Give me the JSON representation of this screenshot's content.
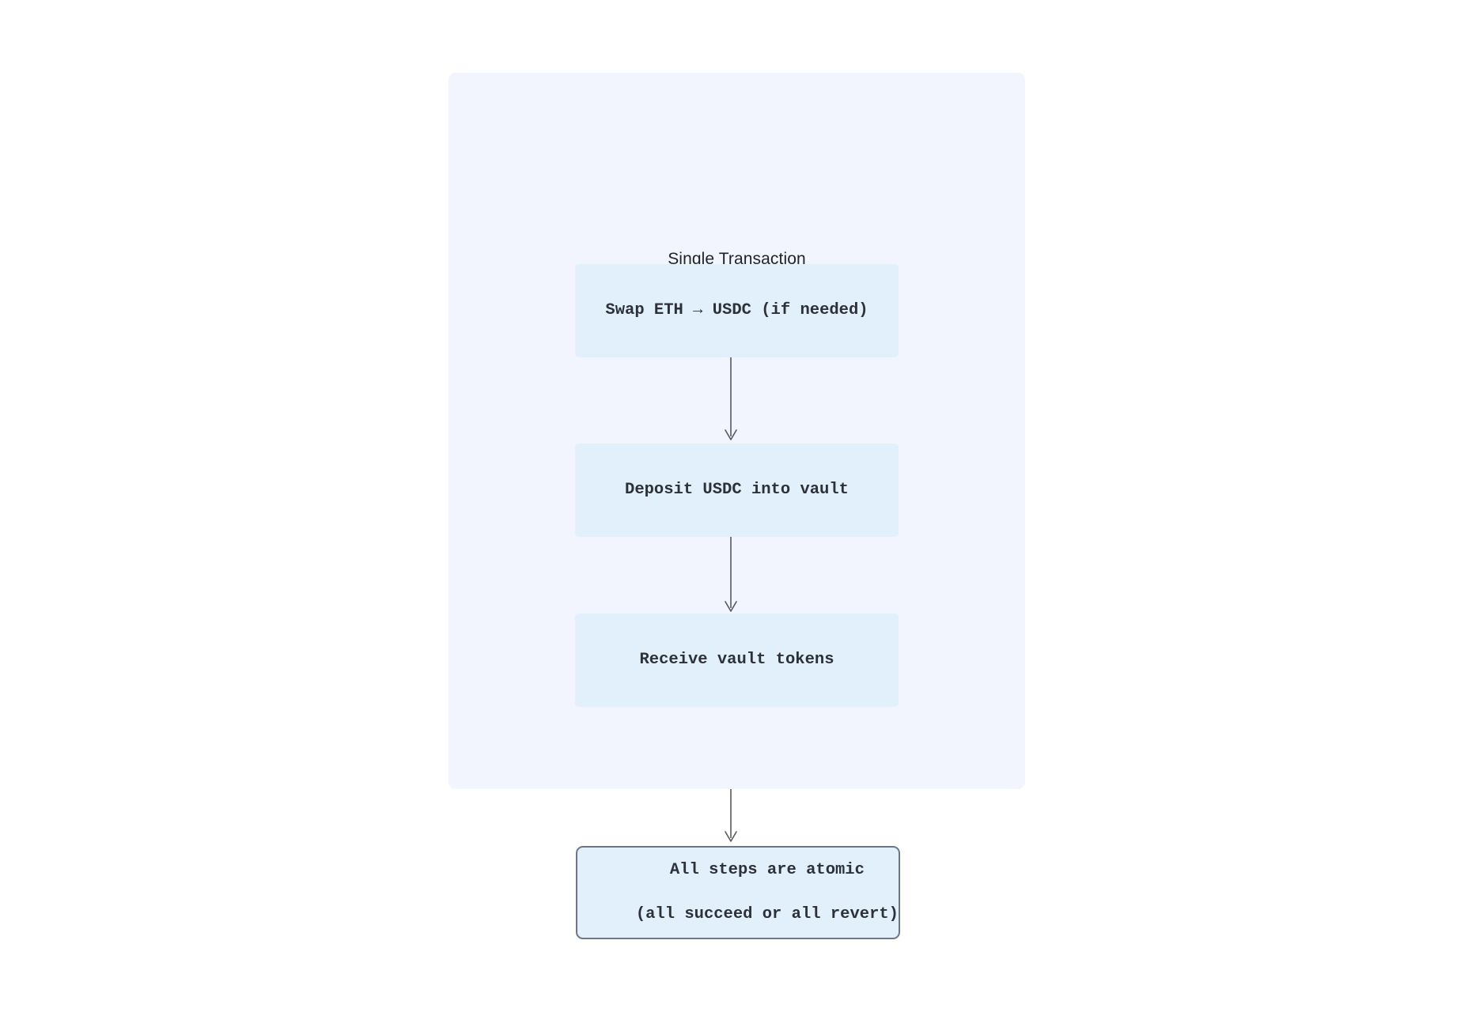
{
  "diagram": {
    "type": "flowchart",
    "direction": "top-to-bottom",
    "subgraph": {
      "title": "Single Transaction",
      "background_color": "#f2f5fd",
      "nodes": [
        {
          "id": "swap",
          "label": "Swap ETH → USDC (if needed)"
        },
        {
          "id": "deposit",
          "label": "Deposit USDC into vault"
        },
        {
          "id": "receive",
          "label": "Receive vault tokens"
        }
      ]
    },
    "terminal_node": {
      "id": "atomic",
      "line1": "All steps are atomic",
      "line2": "(all succeed or all revert)",
      "background_color": "#e1f0fb",
      "border_color": "#6b7686"
    },
    "edges": [
      {
        "from": "swap",
        "to": "deposit",
        "arrow": "arrow-down-icon"
      },
      {
        "from": "deposit",
        "to": "receive",
        "arrow": "arrow-down-icon"
      },
      {
        "from": "subgraph",
        "to": "atomic",
        "arrow": "arrow-down-icon"
      }
    ],
    "colors": {
      "canvas": "#ffffff",
      "node_fill": "#e1f0fb",
      "subgraph_fill": "#f2f5fd",
      "edge_stroke": "#58585c",
      "node_text": "#2c3038",
      "title_text": "#1f2329"
    }
  }
}
